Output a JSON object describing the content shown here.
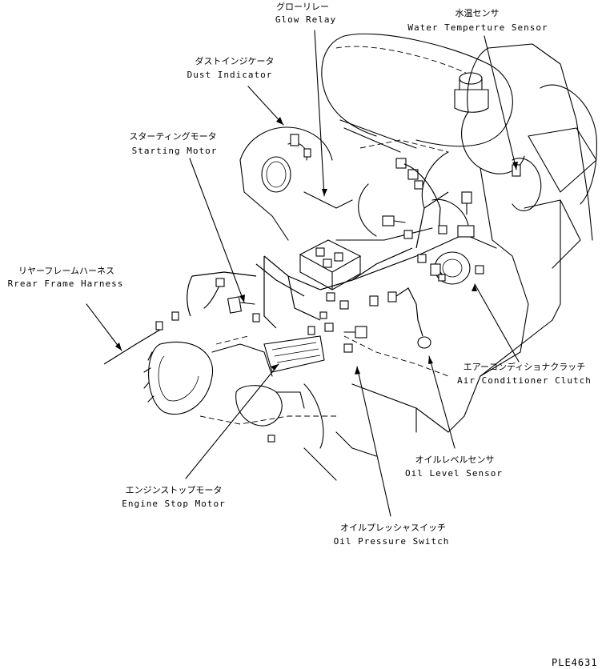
{
  "labels": {
    "glow_relay": {
      "jp": "グローリレー",
      "en": "Glow Relay"
    },
    "water_temp_sensor": {
      "jp": "水温センサ",
      "en": "Water Temperture Sensor"
    },
    "dust_indicator": {
      "jp": "ダストインジケータ",
      "en": "Dust Indicator"
    },
    "starting_motor": {
      "jp": "スターティングモータ",
      "en": "Starting Motor"
    },
    "rear_frame_harness": {
      "jp": "リヤーフレームハーネス",
      "en": "Rrear Frame Harness"
    },
    "air_conditioner_clutch": {
      "jp": "エアーコンディショナクラッチ",
      "en": "Air Conditioner Clutch"
    },
    "oil_level_sensor": {
      "jp": "オイルレベルセンサ",
      "en": "Oil Level Sensor"
    },
    "engine_stop_motor": {
      "jp": "エンジンストップモータ",
      "en": "Engine Stop Motor"
    },
    "oil_pressure_switch": {
      "jp": "オイルプレッシャスイッチ",
      "en": "Oil Pressure Switch"
    }
  },
  "drawing_number": "PLE4631"
}
